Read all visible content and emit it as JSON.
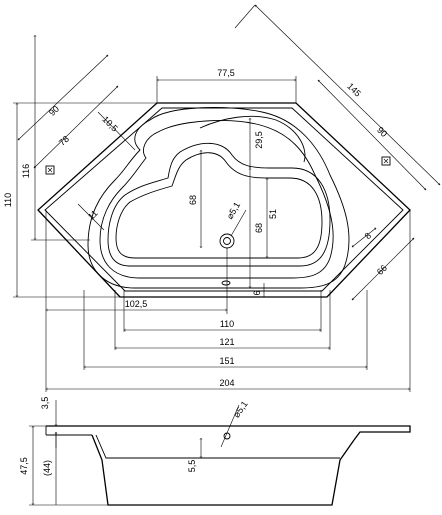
{
  "diagram": {
    "top_view": {
      "top_dims": {
        "top_width": "77,5",
        "right_diag": "145",
        "left_outer": "90",
        "left_inner": "78"
      },
      "right_dims": {
        "right_rail": "90",
        "bottom_right": "66",
        "small_8": "8"
      },
      "left_dims": {
        "height_110": "110",
        "height_116": "116",
        "r_10_5": "10,5",
        "d_11": "11"
      },
      "inner_dims": {
        "depth_68_left": "68",
        "depth_68_right": "68",
        "depth_51": "51",
        "depth_29_5": "29,5",
        "drain": "⌀5,1",
        "gap_6": "6"
      },
      "bottom_dims": {
        "w_102_5": "102,5",
        "w_110": "110",
        "w_121": "121",
        "w_151": "151",
        "w_204": "204"
      }
    },
    "side_view": {
      "rim": "3,5",
      "height_total": "47,5",
      "height_inner": "(44)",
      "drain": "⌀5,1",
      "step": "5,5"
    },
    "colors": {
      "line": "#000000",
      "background": "#ffffff"
    }
  }
}
